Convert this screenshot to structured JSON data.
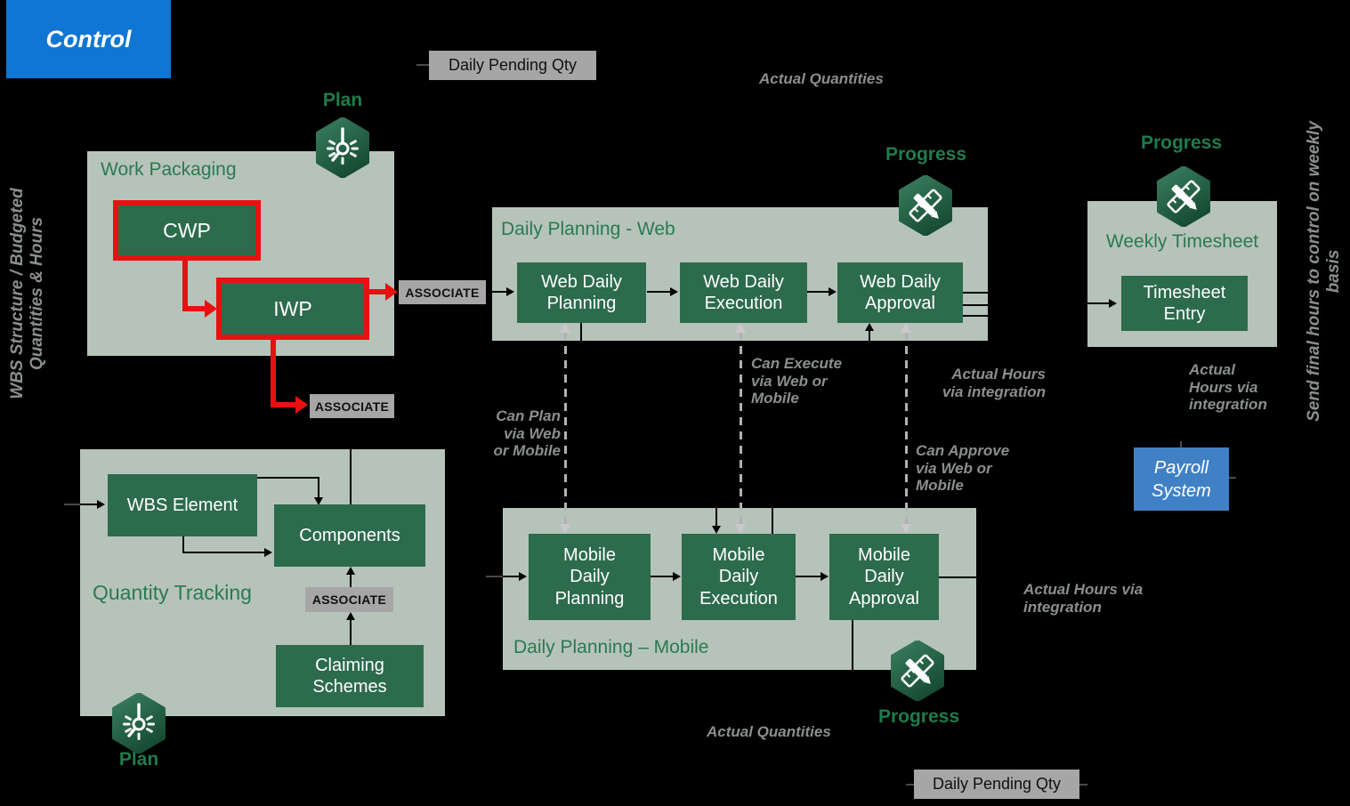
{
  "colors": {
    "bg": "#000000",
    "section": "#b6c3bb",
    "node": "#2d6b4d",
    "title": "#2a7a50",
    "badge": "#1f7c4c",
    "red": "#e81111",
    "tag": "#a6a6a6",
    "tagText": "#111111",
    "note": "#8a8f8d",
    "controlBlue": "#0f76d3",
    "payrollBlue": "#4081c6",
    "dash": "#b2b0b3",
    "dashArrow": "#cbc7ca",
    "line": "#000000",
    "stub": "#4a4a4a"
  },
  "control": {
    "label": "Control"
  },
  "external": {
    "payroll": "Payroll\nSystem"
  },
  "badges": {
    "plan_top": "Plan",
    "plan_bottom": "Plan",
    "progress_web": "Progress",
    "progress_timesheet": "Progress",
    "progress_mobile": "Progress"
  },
  "tags": {
    "associate_iwp_web": "ASSOCIATE",
    "associate_iwp_components": "ASSOCIATE",
    "associate_claiming": "ASSOCIATE",
    "daily_pending_top": "Daily Pending Qty",
    "daily_pending_bottom": "Daily Pending Qty"
  },
  "sections": {
    "work_packaging": {
      "title": "Work Packaging",
      "cwp": "CWP",
      "iwp": "IWP"
    },
    "quantity_tracking": {
      "title": "Quantity Tracking",
      "wbs_element": "WBS Element",
      "components": "Components",
      "claiming_schemes": "Claiming\nSchemes"
    },
    "daily_web": {
      "title": "Daily Planning - Web",
      "planning": "Web Daily\nPlanning",
      "execution": "Web Daily\nExecution",
      "approval": "Web Daily\nApproval"
    },
    "daily_mobile": {
      "title": "Daily Planning – Mobile",
      "planning": "Mobile\nDaily\nPlanning",
      "execution": "Mobile\nDaily\nExecution",
      "approval": "Mobile\nDaily\nApproval"
    },
    "weekly_timesheet": {
      "title": "Weekly Timesheet",
      "entry": "Timesheet\nEntry"
    }
  },
  "annotations": {
    "actual_quantities_top": "Actual Quantities",
    "actual_quantities_bottom": "Actual Quantities",
    "can_plan": "Can Plan\nvia Web\nor Mobile",
    "can_execute": "Can Execute\nvia Web or\nMobile",
    "can_approve": "Can Approve\nvia Web or\nMobile",
    "actual_hours_web": "Actual Hours\nvia integration",
    "actual_hours_mobile": "Actual Hours via\nintegration",
    "actual_hours_timesheet": "Actual\nHours via\nintegration",
    "side_left": "WBS Structure / Budgeted\nQuantities & Hours",
    "side_right": "Send final hours to control on weekly basis"
  }
}
